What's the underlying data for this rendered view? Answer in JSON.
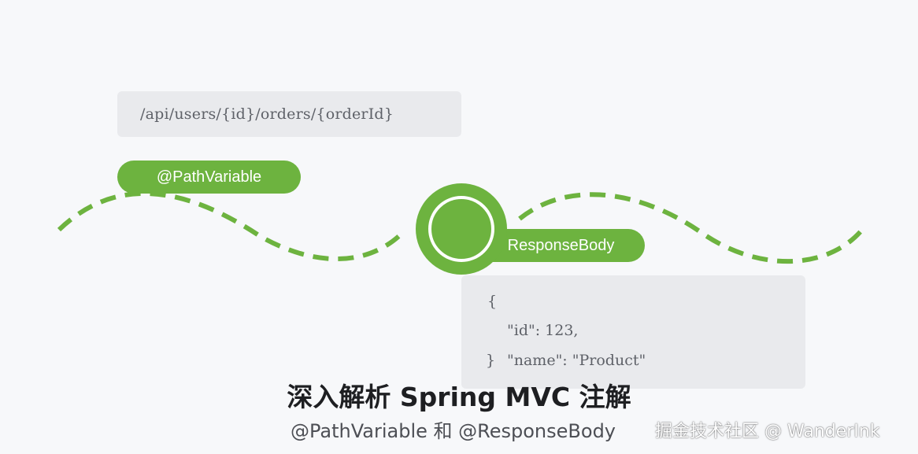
{
  "url_path": "/api/users/{id}/orders/{orderId}",
  "path_variable_label": "@PathVariable",
  "response_body_label": "ResponseBody",
  "json_example": {
    "open_brace": "{",
    "id_line": "\"id\": 123,",
    "close_brace": "}",
    "name_line": "\"name\": \"Product\""
  },
  "title": "深入解析 Spring MVC 注解",
  "subtitle": "@PathVariable 和 @ResponseBody",
  "watermark": "掘金技术社区 @ WanderInk",
  "colors": {
    "accent_green": "#6db33f",
    "code_box_bg": "#e9eaed",
    "background": "#f7f8fa",
    "title_text": "#1e1f22"
  },
  "icons": {
    "center_node": "circle-node-icon",
    "flow_line": "dashed-wave-line"
  }
}
